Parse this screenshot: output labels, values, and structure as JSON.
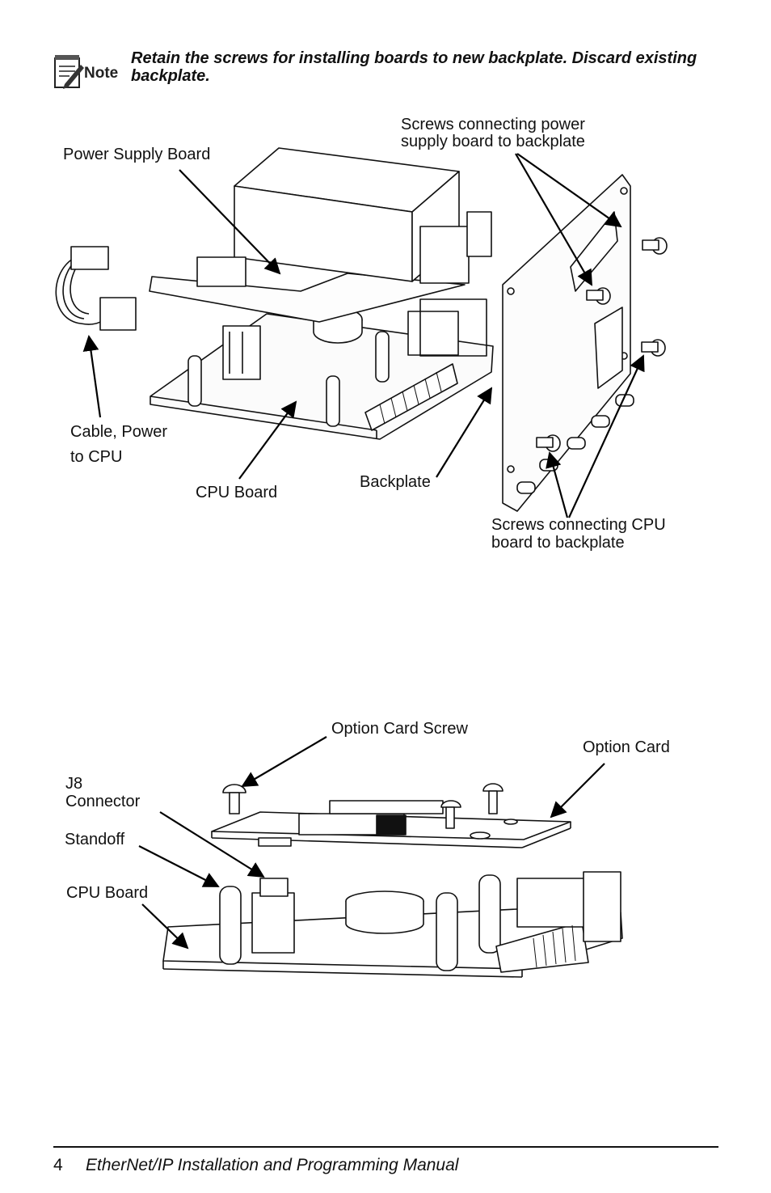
{
  "note": {
    "icon_label": "Note",
    "text": "Retain the screws for installing boards to new backplate. Discard existing backplate."
  },
  "figure1": {
    "labels": {
      "power_supply_board": "Power Supply Board",
      "screws_power_line1": "Screws connecting power",
      "screws_power_line2": "supply board to backplate",
      "cable_line1": "Cable, Power",
      "cable_line2": "to CPU",
      "cpu_board": "CPU Board",
      "backplate": "Backplate",
      "screws_cpu_line1": "Screws connecting CPU",
      "screws_cpu_line2": "board to backplate"
    }
  },
  "figure2": {
    "labels": {
      "option_card_screw": "Option Card Screw",
      "option_card": "Option Card",
      "j8_line1": "J8",
      "j8_line2": "Connector",
      "standoff": "Standoff",
      "cpu_board": "CPU Board"
    }
  },
  "footer": {
    "page_number": "4",
    "title": "EtherNet/IP Installation and Programming Manual"
  }
}
